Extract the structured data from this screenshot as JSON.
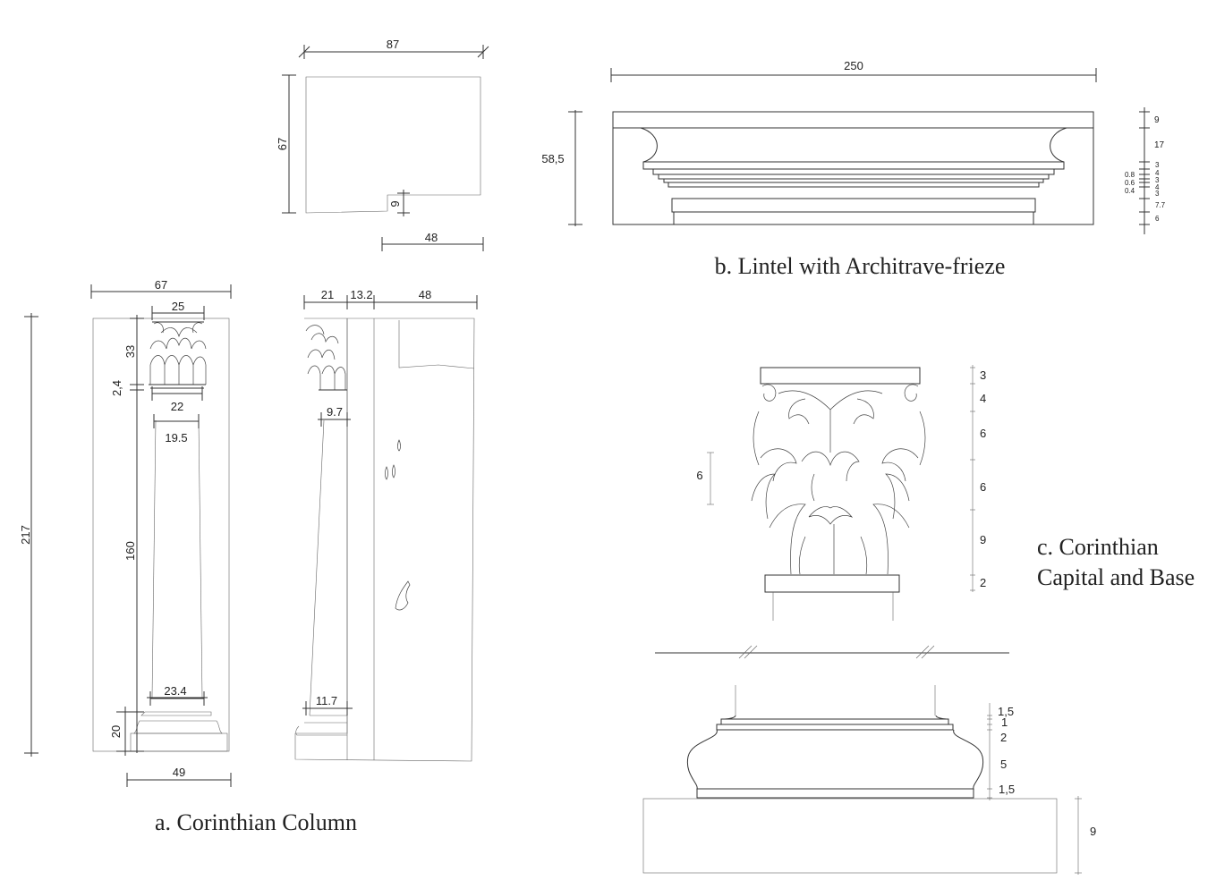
{
  "captions": {
    "a": "a. Corinthian Column",
    "b": "b. Lintel with Architrave-frieze",
    "c_line1": "c. Corinthian",
    "c_line2": "Capital and Base"
  },
  "block": {
    "width": "87",
    "height": "67",
    "notch": "9",
    "bottom": "48"
  },
  "lintel": {
    "width": "250",
    "height": "58,5",
    "right_dims": [
      "9",
      "17",
      "3",
      "4",
      "3",
      "4",
      "3",
      "7.7",
      "6"
    ],
    "small_dims": [
      "0.8",
      "0.6",
      "0.4"
    ]
  },
  "column": {
    "total_width": "67",
    "capital_width": "25",
    "capital_height": "33",
    "astragal": "2,4",
    "neck_width": "22",
    "top_shaft": "19.5",
    "shaft_height": "160",
    "bottom_shaft": "23.4",
    "base_height": "20",
    "base_width": "49",
    "total_height": "217",
    "side_w1": "21",
    "side_w2": "13.2",
    "side_w3": "48",
    "side_top": "9.7",
    "side_bottom": "11.7"
  },
  "capital_detail": {
    "right_dims": [
      "3",
      "4",
      "6",
      "6",
      "9",
      "2"
    ],
    "left_dim": "6",
    "base_dims": [
      "1,5",
      "1",
      "2",
      "5",
      "1,5"
    ],
    "plinth": "9"
  }
}
